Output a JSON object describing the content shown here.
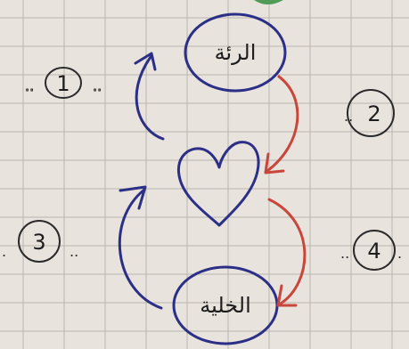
{
  "top_word": "الرئة",
  "bottom_word": "الخلية",
  "blanks": [
    {
      "number": "1"
    },
    {
      "number": "2"
    },
    {
      "number": "3"
    },
    {
      "number": "4"
    }
  ],
  "colors": {
    "paper": "#e8e3dd",
    "grid": "#b9b4ae",
    "blue_ink": "#2c2f86",
    "red_ink": "#c8463a",
    "pencil": "#2a2a2a",
    "green_corner": "#4f9b57"
  }
}
